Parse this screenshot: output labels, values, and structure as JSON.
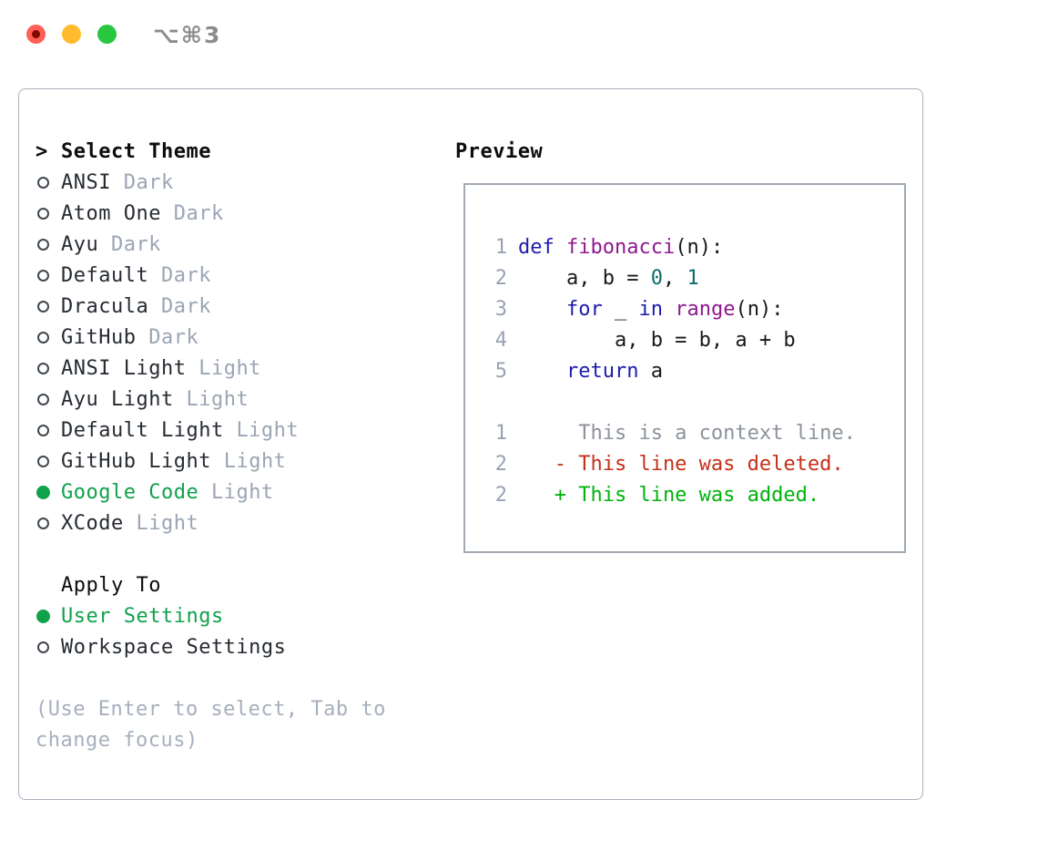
{
  "titlebar": {
    "title": "⌥⌘3",
    "buttons": [
      "close",
      "minimize",
      "zoom"
    ]
  },
  "palette": {
    "selected_green": "#10a14b",
    "added_green": "#00b30b",
    "deleted_red": "#c43019",
    "keyword_blue": "#1c1cac",
    "function_purple": "#8f198f",
    "number_teal": "#0e6c6c",
    "muted_gray": "#9ba5b4",
    "line_number_gray": "#98a2b2",
    "traffic_red": "#ff5f57",
    "traffic_yellow": "#febc2e",
    "traffic_green": "#27c840"
  },
  "left": {
    "prompt": ">",
    "header": "Select Theme",
    "themes": [
      {
        "name": "ANSI",
        "variant": "Dark",
        "selected": false
      },
      {
        "name": "Atom One",
        "variant": "Dark",
        "selected": false
      },
      {
        "name": "Ayu",
        "variant": "Dark",
        "selected": false
      },
      {
        "name": "Default",
        "variant": "Dark",
        "selected": false
      },
      {
        "name": "Dracula",
        "variant": "Dark",
        "selected": false
      },
      {
        "name": "GitHub",
        "variant": "Dark",
        "selected": false
      },
      {
        "name": "ANSI Light",
        "variant": "Light",
        "selected": false
      },
      {
        "name": "Ayu Light",
        "variant": "Light",
        "selected": false
      },
      {
        "name": "Default Light",
        "variant": "Light",
        "selected": false
      },
      {
        "name": "GitHub Light",
        "variant": "Light",
        "selected": false
      },
      {
        "name": "Google Code",
        "variant": "Light",
        "selected": true
      },
      {
        "name": "XCode",
        "variant": "Light",
        "selected": false
      }
    ],
    "apply_header": "Apply To",
    "apply_options": [
      {
        "label": "User Settings",
        "selected": true
      },
      {
        "label": "Workspace Settings",
        "selected": false
      }
    ],
    "help_lines": [
      "(Use Enter to select, Tab to",
      "change focus)"
    ]
  },
  "preview": {
    "header": "Preview",
    "code_lines": [
      {
        "num": "1",
        "tokens": [
          [
            "def",
            "kw"
          ],
          [
            " ",
            "tx"
          ],
          [
            "fibonacci",
            "fn"
          ],
          [
            "(n):",
            "tx"
          ]
        ]
      },
      {
        "num": "2",
        "tokens": [
          [
            "    a, b = ",
            "tx"
          ],
          [
            "0",
            "num"
          ],
          [
            ", ",
            "tx"
          ],
          [
            "1",
            "num"
          ]
        ]
      },
      {
        "num": "3",
        "tokens": [
          [
            "    ",
            "tx"
          ],
          [
            "for",
            "kw"
          ],
          [
            " _ ",
            "tx"
          ],
          [
            "in",
            "kw"
          ],
          [
            " ",
            "tx"
          ],
          [
            "range",
            "fn"
          ],
          [
            "(n):",
            "tx"
          ]
        ]
      },
      {
        "num": "4",
        "tokens": [
          [
            "        a, b = b, a + b",
            "tx"
          ]
        ]
      },
      {
        "num": "5",
        "tokens": [
          [
            "    ",
            "tx"
          ],
          [
            "return",
            "kw"
          ],
          [
            " a",
            "tx"
          ]
        ]
      }
    ],
    "diff_lines": [
      {
        "num": "1",
        "text": "     This is a context line.",
        "kind": "context"
      },
      {
        "num": "2",
        "text": "   - This line was deleted.",
        "kind": "deleted"
      },
      {
        "num": "2",
        "text": "   + This line was added.",
        "kind": "added"
      }
    ]
  }
}
